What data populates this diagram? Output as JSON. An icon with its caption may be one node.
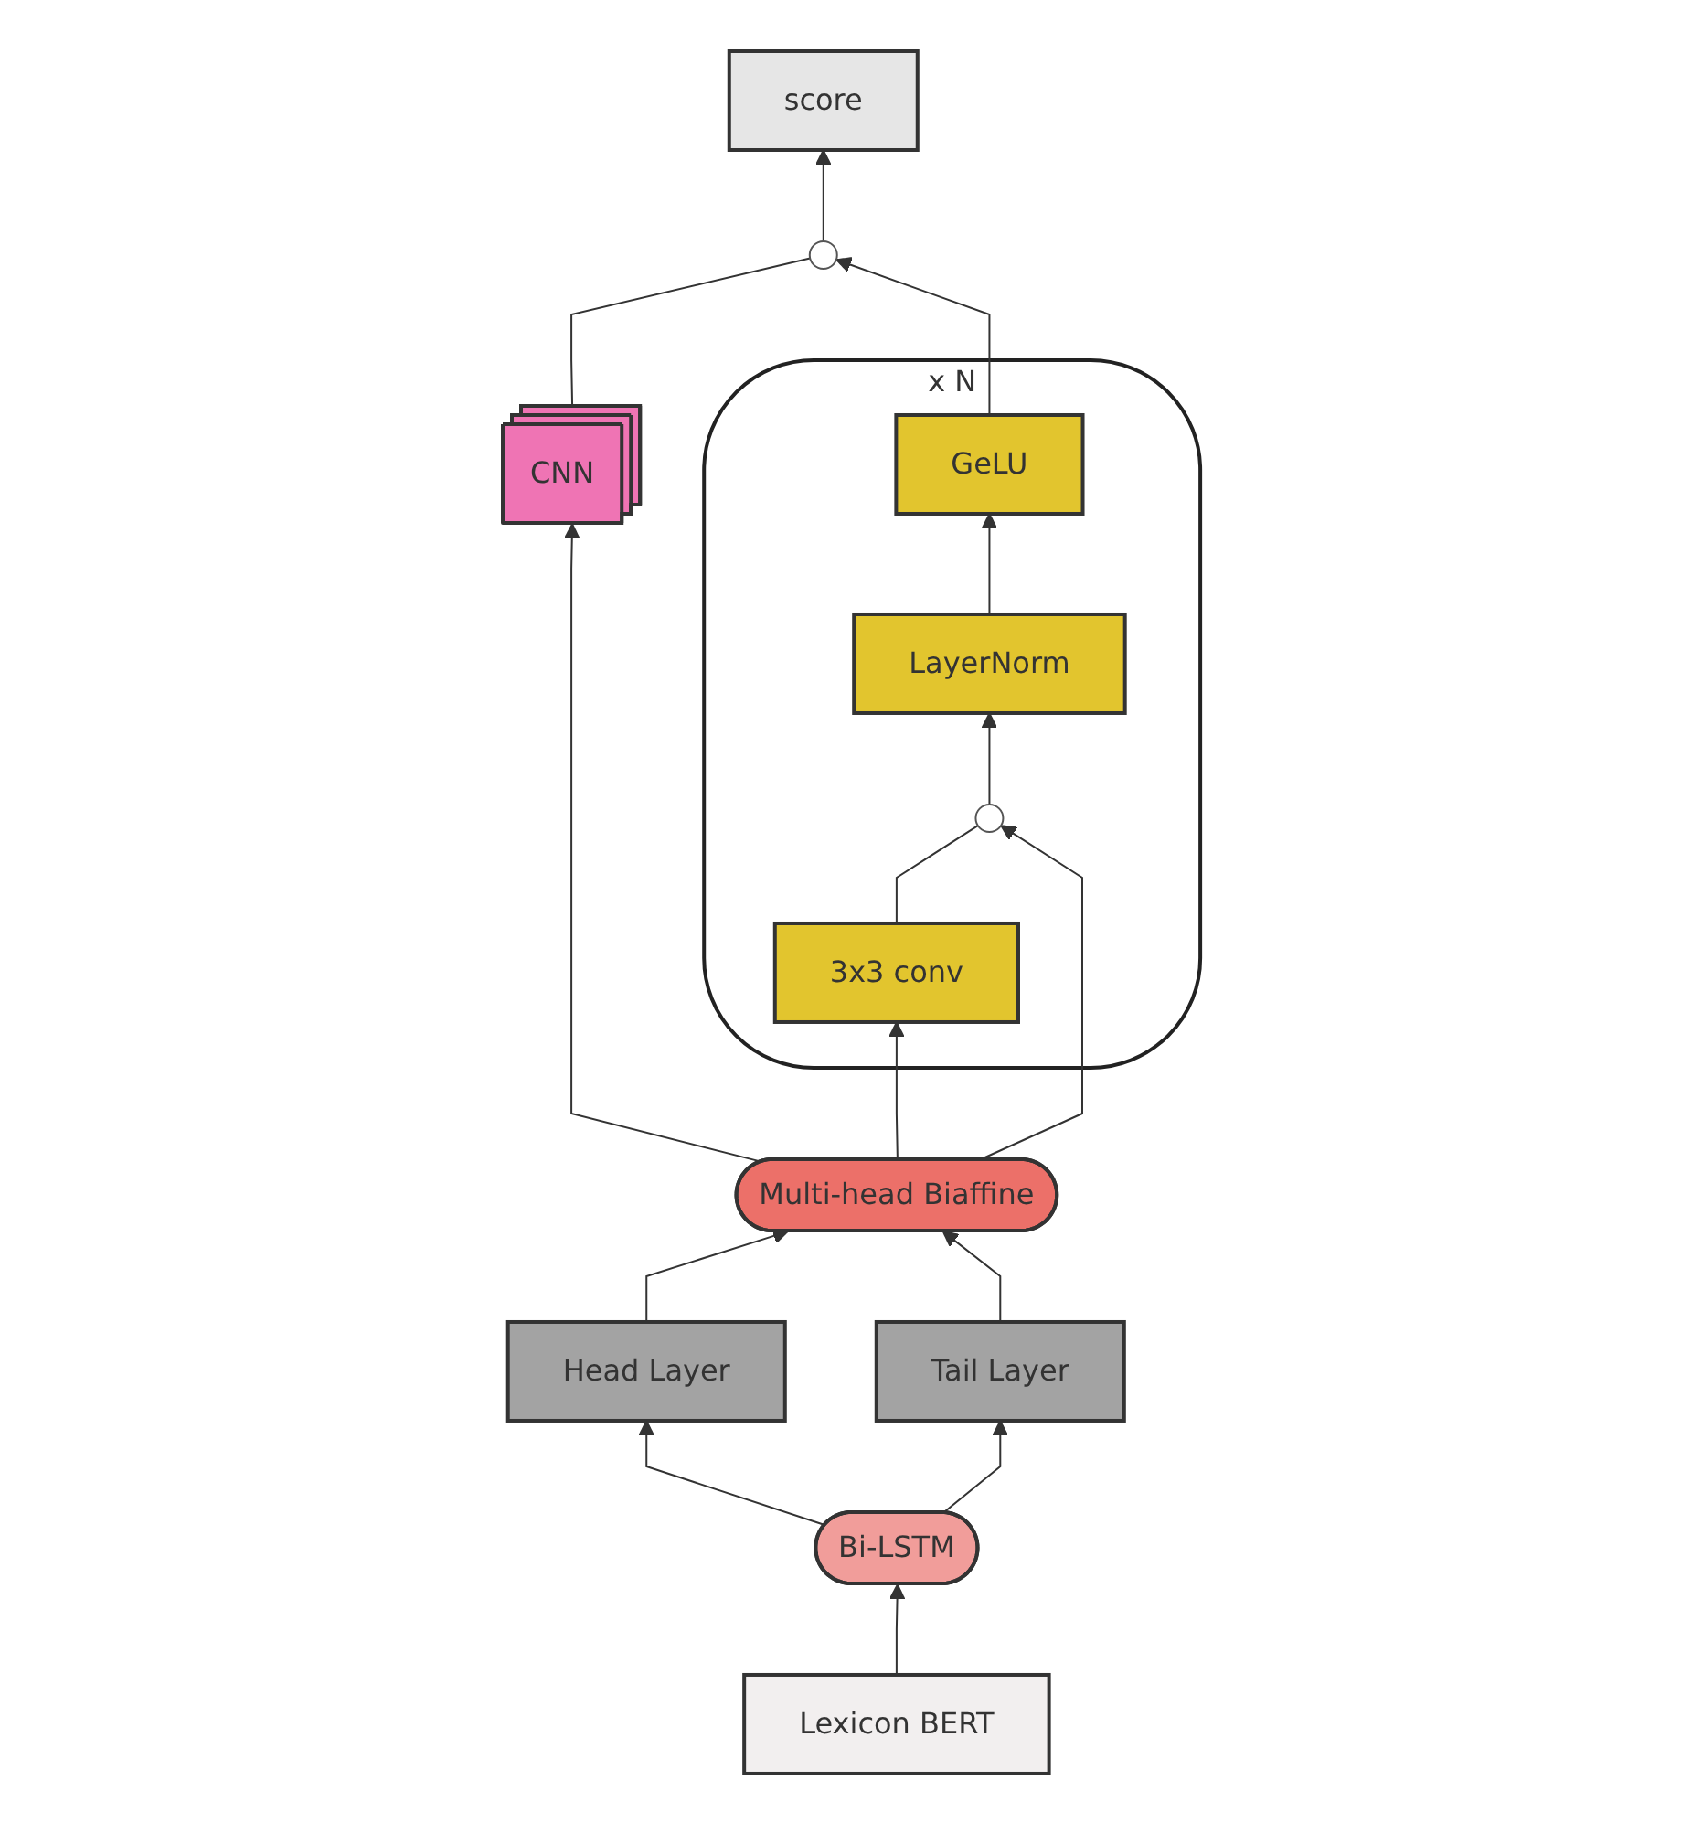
{
  "diagram": {
    "nodes": [
      {
        "text": [
          "score"
        ]
      },
      {
        "text": [],
        "shape": "circle"
      },
      {
        "text": [
          "CNN"
        ]
      },
      {
        "text": [
          "x N"
        ]
      },
      {
        "text": [
          "GeLU"
        ],
        "in": 3
      },
      {
        "text": [
          "LayerNorm"
        ],
        "in": 3
      },
      {
        "text": [],
        "shape": "circle",
        "in": 3
      },
      {
        "text": [
          "3x3 conv"
        ],
        "in": 3
      },
      {
        "text": [
          "Multi-head Biaffine"
        ]
      },
      {
        "text": [
          "Head Layer"
        ]
      },
      {
        "text": [
          "Tail Layer"
        ]
      },
      {
        "text": [
          "Bi-LSTM"
        ]
      },
      {
        "text": [
          "Lexicon BERT"
        ]
      }
    ],
    "edges": [
      {
        "from": 1,
        "to": 0,
        "arrow": "to"
      },
      {
        "from": 2,
        "to": 1,
        "arrow": "none"
      },
      {
        "from": 4,
        "to": 1,
        "arrow": "to"
      },
      {
        "from": 5,
        "to": 4,
        "arrow": "to"
      },
      {
        "from": 6,
        "to": 5,
        "arrow": "to"
      },
      {
        "from": 7,
        "to": 6,
        "arrow": "none"
      },
      {
        "from": 8,
        "to": 2,
        "arrow": "to"
      },
      {
        "from": 8,
        "to": 7,
        "arrow": "to"
      },
      {
        "from": 8,
        "to": 6,
        "arrow": "to"
      },
      {
        "from": 9,
        "to": 8,
        "arrow": "to"
      },
      {
        "from": 10,
        "to": 8,
        "arrow": "to"
      },
      {
        "from": 11,
        "to": 9,
        "arrow": "to"
      },
      {
        "from": 11,
        "to": 10,
        "arrow": "to"
      },
      {
        "from": 12,
        "to": 11,
        "arrow": "to"
      }
    ]
  }
}
